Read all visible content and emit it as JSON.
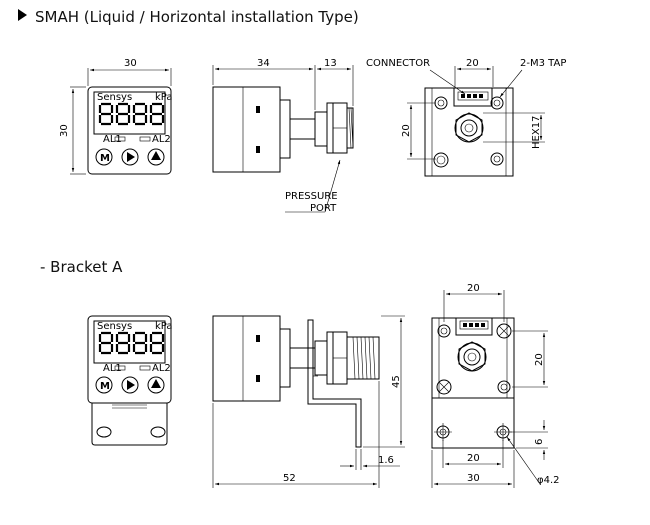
{
  "headings": {
    "smah": "SMAH (Liquid / Horizontal installation Type)",
    "bracket": "- Bracket A"
  },
  "front": {
    "brand": "Sensys",
    "unit": "kPa",
    "al1": "AL1",
    "al2": "AL2",
    "btn_m": "M",
    "dim_width": "30",
    "dim_height": "30"
  },
  "side": {
    "dim_body": "34",
    "dim_port": "13",
    "pressure_port": [
      "PRESSURE",
      "PORT"
    ]
  },
  "rear": {
    "connector": "CONNECTOR",
    "dim_20_top": "20",
    "tap": "2-M3 TAP",
    "dim_20_left": "20",
    "hex": "HEX17"
  },
  "bracket_side": {
    "dim_45": "45",
    "dim_1_6": "1.6",
    "dim_52": "52"
  },
  "bracket_rear": {
    "dim_20_top": "20",
    "dim_20_right": "20",
    "dim_6": "6",
    "dim_20_bottom": "20",
    "dim_30": "30",
    "hole": "φ4.2"
  },
  "icons": [
    "play-icon",
    "arrow-up-icon",
    "screw-icon"
  ]
}
